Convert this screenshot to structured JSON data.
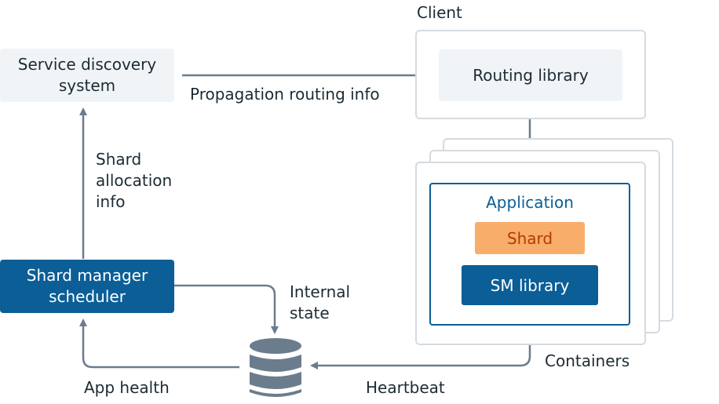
{
  "client": {
    "title": "Client",
    "routing_library": "Routing library"
  },
  "service_discovery": {
    "line1": "Service discovery",
    "line2": "system"
  },
  "edges": {
    "propagation": "Propagation routing info",
    "shard_allocation": [
      "Shard",
      "allocation",
      "info"
    ],
    "internal_state": [
      "Internal",
      "state"
    ],
    "heartbeat": "Heartbeat",
    "app_health": "App health"
  },
  "scheduler": {
    "line1": "Shard manager",
    "line2": "scheduler"
  },
  "containers": {
    "label": "Containers",
    "application": "Application",
    "shard": "Shard",
    "sm_library": "SM library"
  },
  "database": {
    "icon": "database-icon"
  },
  "colors": {
    "dark_blue": "#0b5e96",
    "orange": "#f9ad6b",
    "orange_text": "#b23c00",
    "light_box": "#f1f4f7",
    "arrow": "#6b7c8d",
    "border": "#d5dbe0"
  }
}
